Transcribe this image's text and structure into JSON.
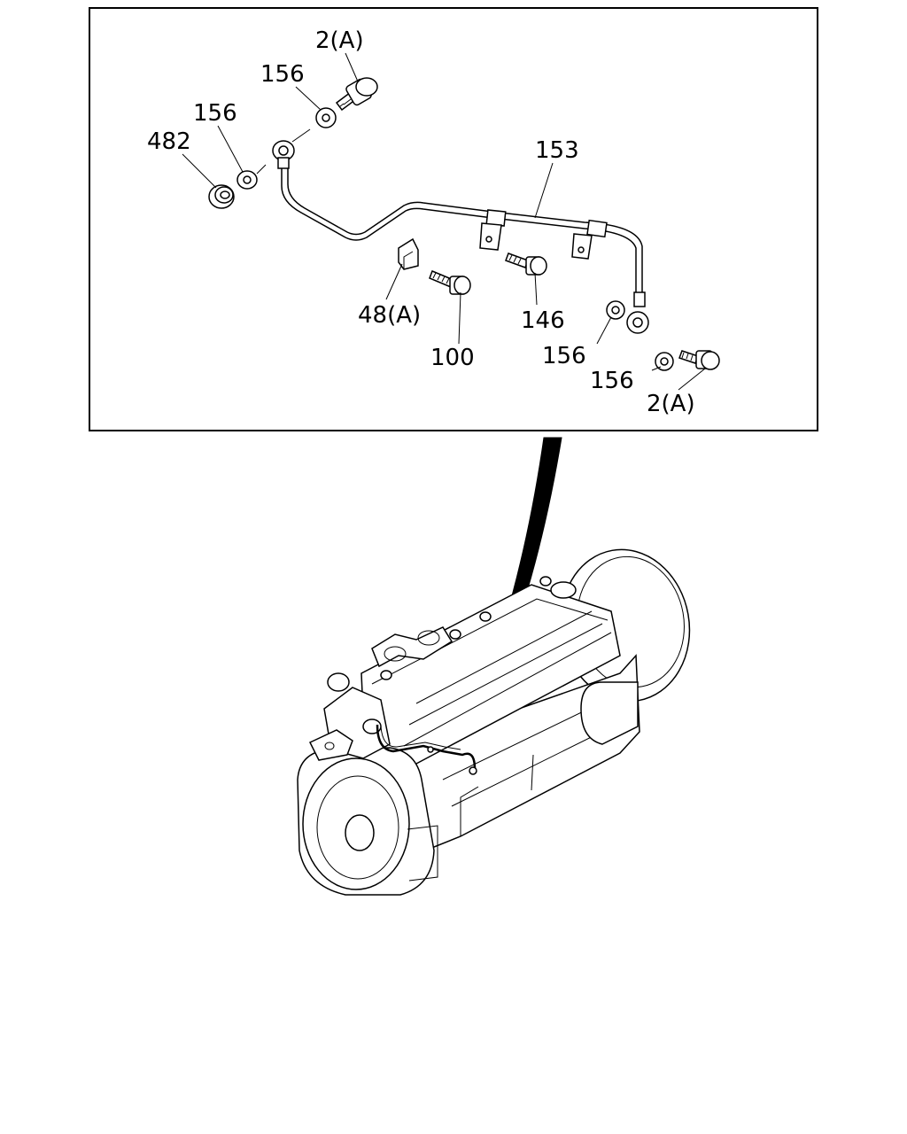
{
  "callouts": {
    "bolt_top": "2(A)",
    "washer_top_1": "156",
    "washer_top_2": "156",
    "nut_482": "482",
    "pipe_153": "153",
    "bracket_48": "48(A)",
    "bolt_100": "100",
    "bolt_146": "146",
    "washer_bottom_1": "156",
    "washer_bottom_2": "156",
    "bolt_bottom": "2(A)"
  }
}
